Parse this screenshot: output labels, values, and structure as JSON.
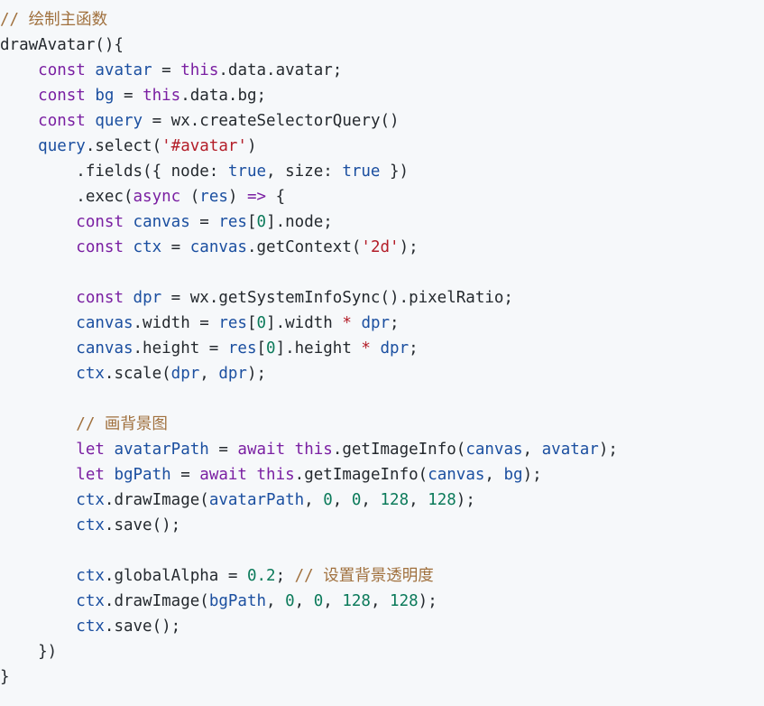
{
  "colors": {
    "background": "#f6f8fa",
    "plain": "#24292e",
    "keyword": "#7a1fa2",
    "variable": "#1b4fa0",
    "string": "#b31d28",
    "number": "#0b7a5a",
    "comment": "#a0703d"
  },
  "code": {
    "language": "javascript",
    "lines": [
      [
        [
          "com",
          "// 绘制主函数"
        ]
      ],
      [
        [
          "plain",
          "drawAvatar(){"
        ]
      ],
      [
        [
          "plain",
          "    "
        ],
        [
          "kw",
          "const"
        ],
        [
          "plain",
          " "
        ],
        [
          "var",
          "avatar"
        ],
        [
          "plain",
          " = "
        ],
        [
          "kw",
          "this"
        ],
        [
          "plain",
          ".data.avatar;"
        ]
      ],
      [
        [
          "plain",
          "    "
        ],
        [
          "kw",
          "const"
        ],
        [
          "plain",
          " "
        ],
        [
          "var",
          "bg"
        ],
        [
          "plain",
          " = "
        ],
        [
          "kw",
          "this"
        ],
        [
          "plain",
          ".data.bg;"
        ]
      ],
      [
        [
          "plain",
          "    "
        ],
        [
          "kw",
          "const"
        ],
        [
          "plain",
          " "
        ],
        [
          "var",
          "query"
        ],
        [
          "plain",
          " = wx.createSelectorQuery()"
        ]
      ],
      [
        [
          "plain",
          "    "
        ],
        [
          "var",
          "query"
        ],
        [
          "plain",
          ".select("
        ],
        [
          "str",
          "'#avatar'"
        ],
        [
          "plain",
          ")"
        ]
      ],
      [
        [
          "plain",
          "        .fields({ node: "
        ],
        [
          "var",
          "true"
        ],
        [
          "plain",
          ", size: "
        ],
        [
          "var",
          "true"
        ],
        [
          "plain",
          " })"
        ]
      ],
      [
        [
          "plain",
          "        .exec("
        ],
        [
          "kw",
          "async"
        ],
        [
          "plain",
          " ("
        ],
        [
          "var",
          "res"
        ],
        [
          "plain",
          ") "
        ],
        [
          "kw",
          "=>"
        ],
        [
          "plain",
          " {"
        ]
      ],
      [
        [
          "plain",
          "        "
        ],
        [
          "kw",
          "const"
        ],
        [
          "plain",
          " "
        ],
        [
          "var",
          "canvas"
        ],
        [
          "plain",
          " = "
        ],
        [
          "var",
          "res"
        ],
        [
          "plain",
          "["
        ],
        [
          "num",
          "0"
        ],
        [
          "plain",
          "].node;"
        ]
      ],
      [
        [
          "plain",
          "        "
        ],
        [
          "kw",
          "const"
        ],
        [
          "plain",
          " "
        ],
        [
          "var",
          "ctx"
        ],
        [
          "plain",
          " = "
        ],
        [
          "var",
          "canvas"
        ],
        [
          "plain",
          ".getContext("
        ],
        [
          "str",
          "'2d'"
        ],
        [
          "plain",
          ");"
        ]
      ],
      [],
      [
        [
          "plain",
          "        "
        ],
        [
          "kw",
          "const"
        ],
        [
          "plain",
          " "
        ],
        [
          "var",
          "dpr"
        ],
        [
          "plain",
          " = wx.getSystemInfoSync().pixelRatio;"
        ]
      ],
      [
        [
          "plain",
          "        "
        ],
        [
          "var",
          "canvas"
        ],
        [
          "plain",
          ".width = "
        ],
        [
          "var",
          "res"
        ],
        [
          "plain",
          "["
        ],
        [
          "num",
          "0"
        ],
        [
          "plain",
          "].width "
        ],
        [
          "str",
          "*"
        ],
        [
          "plain",
          " "
        ],
        [
          "var",
          "dpr"
        ],
        [
          "plain",
          ";"
        ]
      ],
      [
        [
          "plain",
          "        "
        ],
        [
          "var",
          "canvas"
        ],
        [
          "plain",
          ".height = "
        ],
        [
          "var",
          "res"
        ],
        [
          "plain",
          "["
        ],
        [
          "num",
          "0"
        ],
        [
          "plain",
          "].height "
        ],
        [
          "str",
          "*"
        ],
        [
          "plain",
          " "
        ],
        [
          "var",
          "dpr"
        ],
        [
          "plain",
          ";"
        ]
      ],
      [
        [
          "plain",
          "        "
        ],
        [
          "var",
          "ctx"
        ],
        [
          "plain",
          ".scale("
        ],
        [
          "var",
          "dpr"
        ],
        [
          "plain",
          ", "
        ],
        [
          "var",
          "dpr"
        ],
        [
          "plain",
          ");"
        ]
      ],
      [],
      [
        [
          "plain",
          "        "
        ],
        [
          "com",
          "// 画背景图"
        ]
      ],
      [
        [
          "plain",
          "        "
        ],
        [
          "kw",
          "let"
        ],
        [
          "plain",
          " "
        ],
        [
          "var",
          "avatarPath"
        ],
        [
          "plain",
          " = "
        ],
        [
          "kw",
          "await"
        ],
        [
          "plain",
          " "
        ],
        [
          "kw",
          "this"
        ],
        [
          "plain",
          ".getImageInfo("
        ],
        [
          "var",
          "canvas"
        ],
        [
          "plain",
          ", "
        ],
        [
          "var",
          "avatar"
        ],
        [
          "plain",
          ");"
        ]
      ],
      [
        [
          "plain",
          "        "
        ],
        [
          "kw",
          "let"
        ],
        [
          "plain",
          " "
        ],
        [
          "var",
          "bgPath"
        ],
        [
          "plain",
          " = "
        ],
        [
          "kw",
          "await"
        ],
        [
          "plain",
          " "
        ],
        [
          "kw",
          "this"
        ],
        [
          "plain",
          ".getImageInfo("
        ],
        [
          "var",
          "canvas"
        ],
        [
          "plain",
          ", "
        ],
        [
          "var",
          "bg"
        ],
        [
          "plain",
          ");"
        ]
      ],
      [
        [
          "plain",
          "        "
        ],
        [
          "var",
          "ctx"
        ],
        [
          "plain",
          ".drawImage("
        ],
        [
          "var",
          "avatarPath"
        ],
        [
          "plain",
          ", "
        ],
        [
          "num",
          "0"
        ],
        [
          "plain",
          ", "
        ],
        [
          "num",
          "0"
        ],
        [
          "plain",
          ", "
        ],
        [
          "num",
          "128"
        ],
        [
          "plain",
          ", "
        ],
        [
          "num",
          "128"
        ],
        [
          "plain",
          ");"
        ]
      ],
      [
        [
          "plain",
          "        "
        ],
        [
          "var",
          "ctx"
        ],
        [
          "plain",
          ".save();"
        ]
      ],
      [],
      [
        [
          "plain",
          "        "
        ],
        [
          "var",
          "ctx"
        ],
        [
          "plain",
          ".globalAlpha = "
        ],
        [
          "num",
          "0.2"
        ],
        [
          "plain",
          "; "
        ],
        [
          "com",
          "// 设置背景透明度"
        ]
      ],
      [
        [
          "plain",
          "        "
        ],
        [
          "var",
          "ctx"
        ],
        [
          "plain",
          ".drawImage("
        ],
        [
          "var",
          "bgPath"
        ],
        [
          "plain",
          ", "
        ],
        [
          "num",
          "0"
        ],
        [
          "plain",
          ", "
        ],
        [
          "num",
          "0"
        ],
        [
          "plain",
          ", "
        ],
        [
          "num",
          "128"
        ],
        [
          "plain",
          ", "
        ],
        [
          "num",
          "128"
        ],
        [
          "plain",
          ");"
        ]
      ],
      [
        [
          "plain",
          "        "
        ],
        [
          "var",
          "ctx"
        ],
        [
          "plain",
          ".save();"
        ]
      ],
      [
        [
          "plain",
          "    })"
        ]
      ],
      [
        [
          "plain",
          "}"
        ]
      ]
    ]
  }
}
